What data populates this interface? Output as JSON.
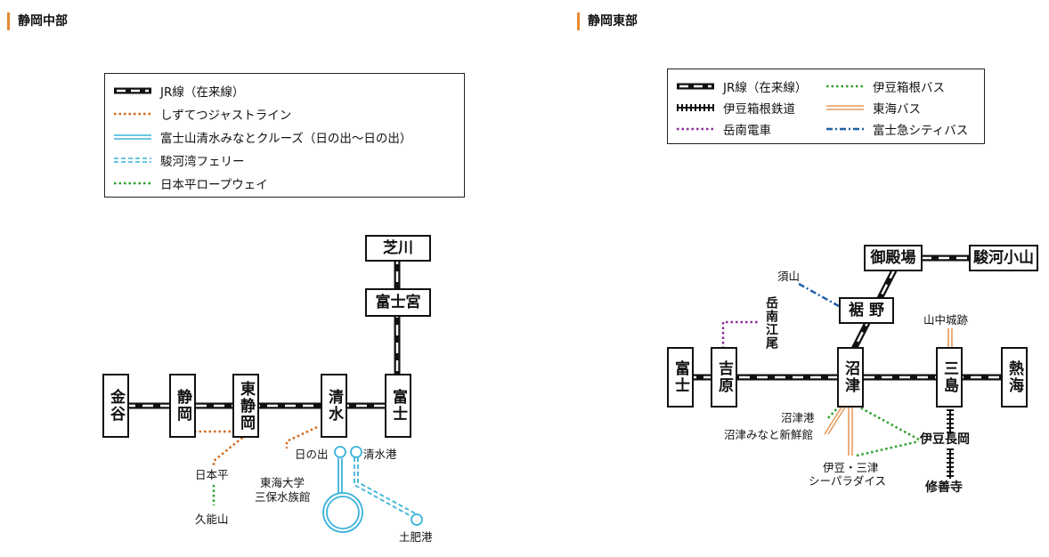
{
  "colors": {
    "jr": "#111111",
    "shizutetsu": "#d4681a",
    "cruise": "#3bb3d9",
    "ferry": "#3bb3d9",
    "ropeway": "#2fa02f",
    "izuhakone_rail": "#111111",
    "gakunan": "#8c2d9a",
    "izuhakone_bus": "#2fa02f",
    "tokai_bus": "#e59a5a",
    "fujikyu_bus": "#1f5fa6",
    "accent": "#e58a2f"
  },
  "central": {
    "title": "静岡中部",
    "legend": [
      {
        "key": "jr",
        "label": "JR線（在来線）",
        "style": "rail-double"
      },
      {
        "key": "shizutetsu",
        "label": "しずてつジャストライン",
        "style": "dotted-orange"
      },
      {
        "key": "cruise",
        "label": "富士山清水みなとクルーズ（日の出〜日の出）",
        "style": "double-blue"
      },
      {
        "key": "ferry",
        "label": "駿河湾フェリー",
        "style": "dashed-blue"
      },
      {
        "key": "ropeway",
        "label": "日本平ロープウェイ",
        "style": "dotted-green"
      }
    ],
    "stations": {
      "kanaya": "金谷",
      "shizuoka": "静岡",
      "higashi_shizuoka": "東静岡",
      "shimizu": "清水",
      "fuji": "富士",
      "fujinomiya": "富士宮",
      "shibakawa": "芝川"
    },
    "labels": {
      "nihondaira": "日本平",
      "kunozan": "久能山",
      "hinode": "日の出",
      "shimizu_port": "清水港",
      "tokai_univ_1": "東海大学",
      "tokai_univ_2": "三保水族館",
      "toi_port": "土肥港"
    }
  },
  "east": {
    "title": "静岡東部",
    "legend": [
      {
        "key": "jr",
        "label": "JR線（在来線）",
        "style": "rail-double"
      },
      {
        "key": "izuhakone_rail",
        "label": "伊豆箱根鉄道",
        "style": "rail-ladder"
      },
      {
        "key": "gakunan",
        "label": "岳南電車",
        "style": "dotted-purple"
      },
      {
        "key": "izuhakone_bus",
        "label": "伊豆箱根バス",
        "style": "dotted-green"
      },
      {
        "key": "tokai_bus",
        "label": "東海バス",
        "style": "double-orange"
      },
      {
        "key": "fujikyu_bus",
        "label": "富士急シティバス",
        "style": "dashdot-blue"
      }
    ],
    "stations": {
      "fuji": "富士",
      "yoshiwara": "吉原",
      "numazu": "沼津",
      "mishima": "三島",
      "atami": "熱海",
      "susono": "裾 野",
      "gotemba": "御殿場",
      "suruga_oyama": "駿河小山"
    },
    "labels": {
      "gakunan_e": "岳南江尾",
      "suyama": "須山",
      "yamanaka": "山中城跡",
      "numazu_port": "沼津港",
      "numazu_minato": "沼津みなと新鮮館",
      "izu_nagaoka": "伊豆長岡",
      "shuzenji": "修善寺",
      "paradise_1": "伊豆・三津",
      "paradise_2": "シーパラダイス"
    }
  }
}
